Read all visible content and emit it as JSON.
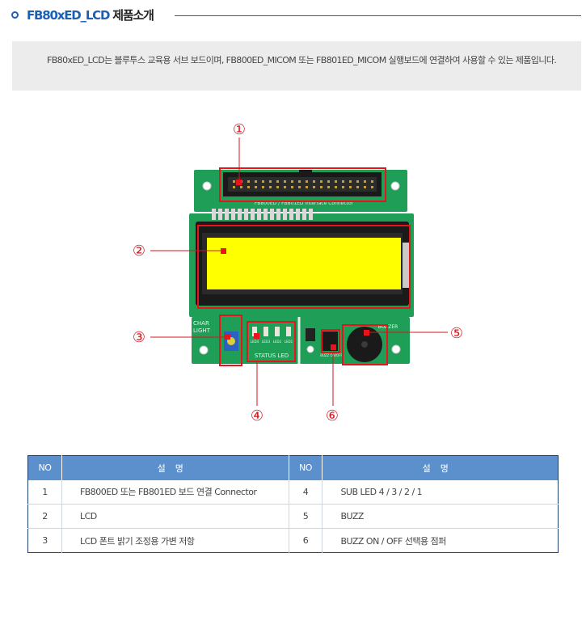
{
  "header": {
    "title_code": "FB80xED_LCD",
    "title_rest": " 제품소개"
  },
  "description": {
    "text": "FB80xED_LCD는 블루투스 교육용 서브 보드이며, FB800ED_MICOM 또는 FB801ED_MICOM 실행보드에 연결하여 사용할 수 있는 제품입니다."
  },
  "board": {
    "silk_connector": "FB800ED / FB801ED Interface Connector",
    "silk_char_light": [
      "CHAR",
      "LIGHT"
    ],
    "silk_status_led": "STATUS LED",
    "silk_led_labels": [
      "LED4",
      "LED3",
      "LED2",
      "LED1"
    ],
    "silk_buzzer": "BUZZER",
    "silk_buzz_jumper": "BUZZ ON/OFF",
    "callouts": [
      "①",
      "②",
      "③",
      "④",
      "⑤",
      "⑥"
    ],
    "colors": {
      "pcb": "#1e9e57",
      "highlight": "#e8141c",
      "lcd": "#ffff00",
      "callout": "#d4161d"
    }
  },
  "table": {
    "headers": [
      "NO",
      "설명",
      "NO",
      "설명"
    ],
    "rows": [
      {
        "no1": "1",
        "desc1": "FB800ED 또는 FB801ED 보드 연결 Connector",
        "no2": "4",
        "desc2": "SUB LED 4 / 3 / 2 / 1"
      },
      {
        "no1": "2",
        "desc1": "LCD",
        "no2": "5",
        "desc2": "BUZZ"
      },
      {
        "no1": "3",
        "desc1": "LCD 폰트 밝기 조정용 가변 저항",
        "no2": "6",
        "desc2": "BUZZ ON / OFF 선택용 점퍼"
      }
    ]
  }
}
